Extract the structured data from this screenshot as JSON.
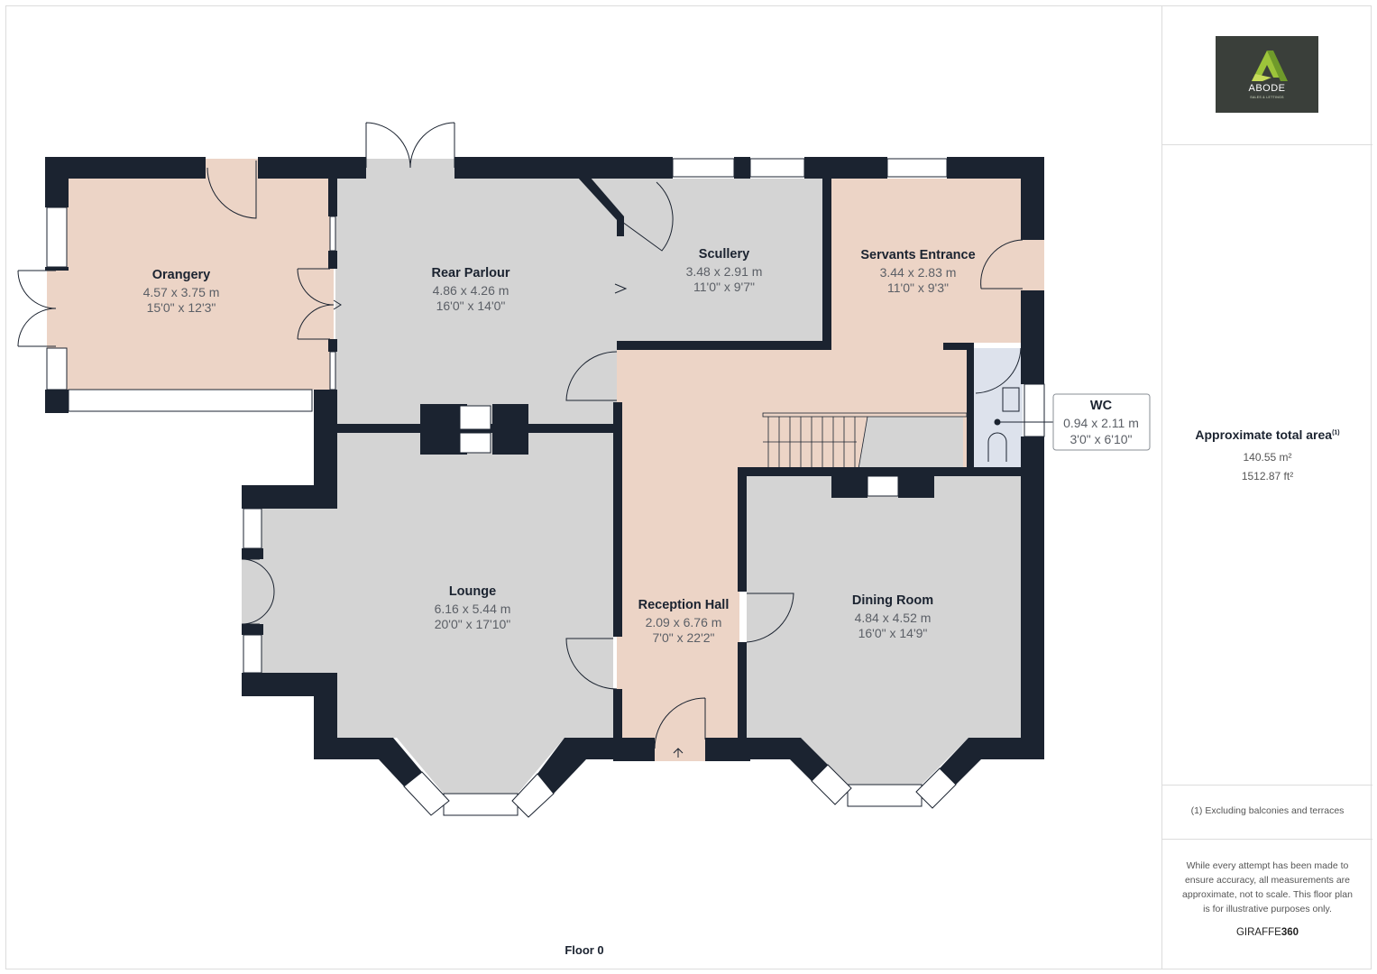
{
  "plan": {
    "floor_label": "Floor 0",
    "colors": {
      "wall": "#1b2330",
      "grey_room": "#d4d4d4",
      "peach_room": "#ecd4c6",
      "wc_room": "#dde2ec",
      "window": "#ffffff"
    },
    "rooms": [
      {
        "name": "Orangery",
        "metric": "4.57 x 3.75 m",
        "imperial": "15'0\" x 12'3\""
      },
      {
        "name": "Rear Parlour",
        "metric": "4.86 x 4.26 m",
        "imperial": "16'0\" x 14'0\""
      },
      {
        "name": "Scullery",
        "metric": "3.48 x 2.91 m",
        "imperial": "11'0\" x 9'7\""
      },
      {
        "name": "Servants Entrance",
        "metric": "3.44 x 2.83 m",
        "imperial": "11'0\" x 9'3\""
      },
      {
        "name": "WC",
        "metric": "0.94 x 2.11 m",
        "imperial": "3'0\" x 6'10\""
      },
      {
        "name": "Lounge",
        "metric": "6.16 x 5.44 m",
        "imperial": "20'0\" x 17'10\""
      },
      {
        "name": "Reception Hall",
        "metric": "2.09 x 6.76 m",
        "imperial": "7'0\" x 22'2\""
      },
      {
        "name": "Dining Room",
        "metric": "4.84 x 4.52 m",
        "imperial": "16'0\" x 14'9\""
      }
    ]
  },
  "sidebar": {
    "logo": {
      "name": "ABODE",
      "tagline": "SALES & LETTINGS",
      "icon": "abode-a-logo-icon"
    },
    "area": {
      "title": "Approximate total area",
      "footnote_marker": "(1)",
      "metric": "140.55 m²",
      "imperial": "1512.87 ft²"
    },
    "footnote": "(1) Excluding balconies and terraces",
    "disclaimer": "While every attempt has been made to ensure accuracy, all measurements are approximate, not to scale. This floor plan is for illustrative purposes only.",
    "brand": {
      "prefix": "GIRAFFE",
      "suffix": "360"
    }
  }
}
